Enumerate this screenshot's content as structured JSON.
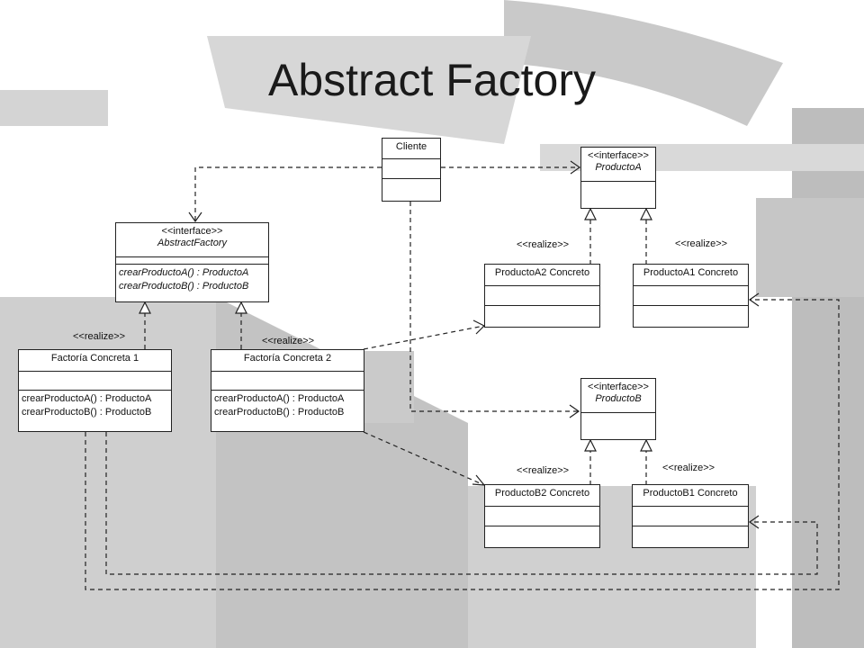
{
  "title": "Abstract Factory",
  "stereotypes": {
    "interface": "<<interface>>",
    "realize": "<<realize>>"
  },
  "boxes": {
    "cliente": {
      "name": "Cliente"
    },
    "abstract_factory": {
      "name": "AbstractFactory",
      "ops": [
        "crearProductoA() : ProductoA",
        "crearProductoB() : ProductoB"
      ]
    },
    "producto_a": {
      "name": "ProductoA"
    },
    "producto_b": {
      "name": "ProductoB"
    },
    "factoria1": {
      "name": "Factoría Concreta 1",
      "ops": [
        "crearProductoA() : ProductoA",
        "crearProductoB() : ProductoB"
      ]
    },
    "factoria2": {
      "name": "Factoría Concreta 2",
      "ops": [
        "crearProductoA() : ProductoA",
        "crearProductoB() : ProductoB"
      ]
    },
    "a2": {
      "name": "ProductoA2 Concreto"
    },
    "a1": {
      "name": "ProductoA1 Concreto"
    },
    "b2": {
      "name": "ProductoB2 Concreto"
    },
    "b1": {
      "name": "ProductoB1 Concreto"
    }
  }
}
